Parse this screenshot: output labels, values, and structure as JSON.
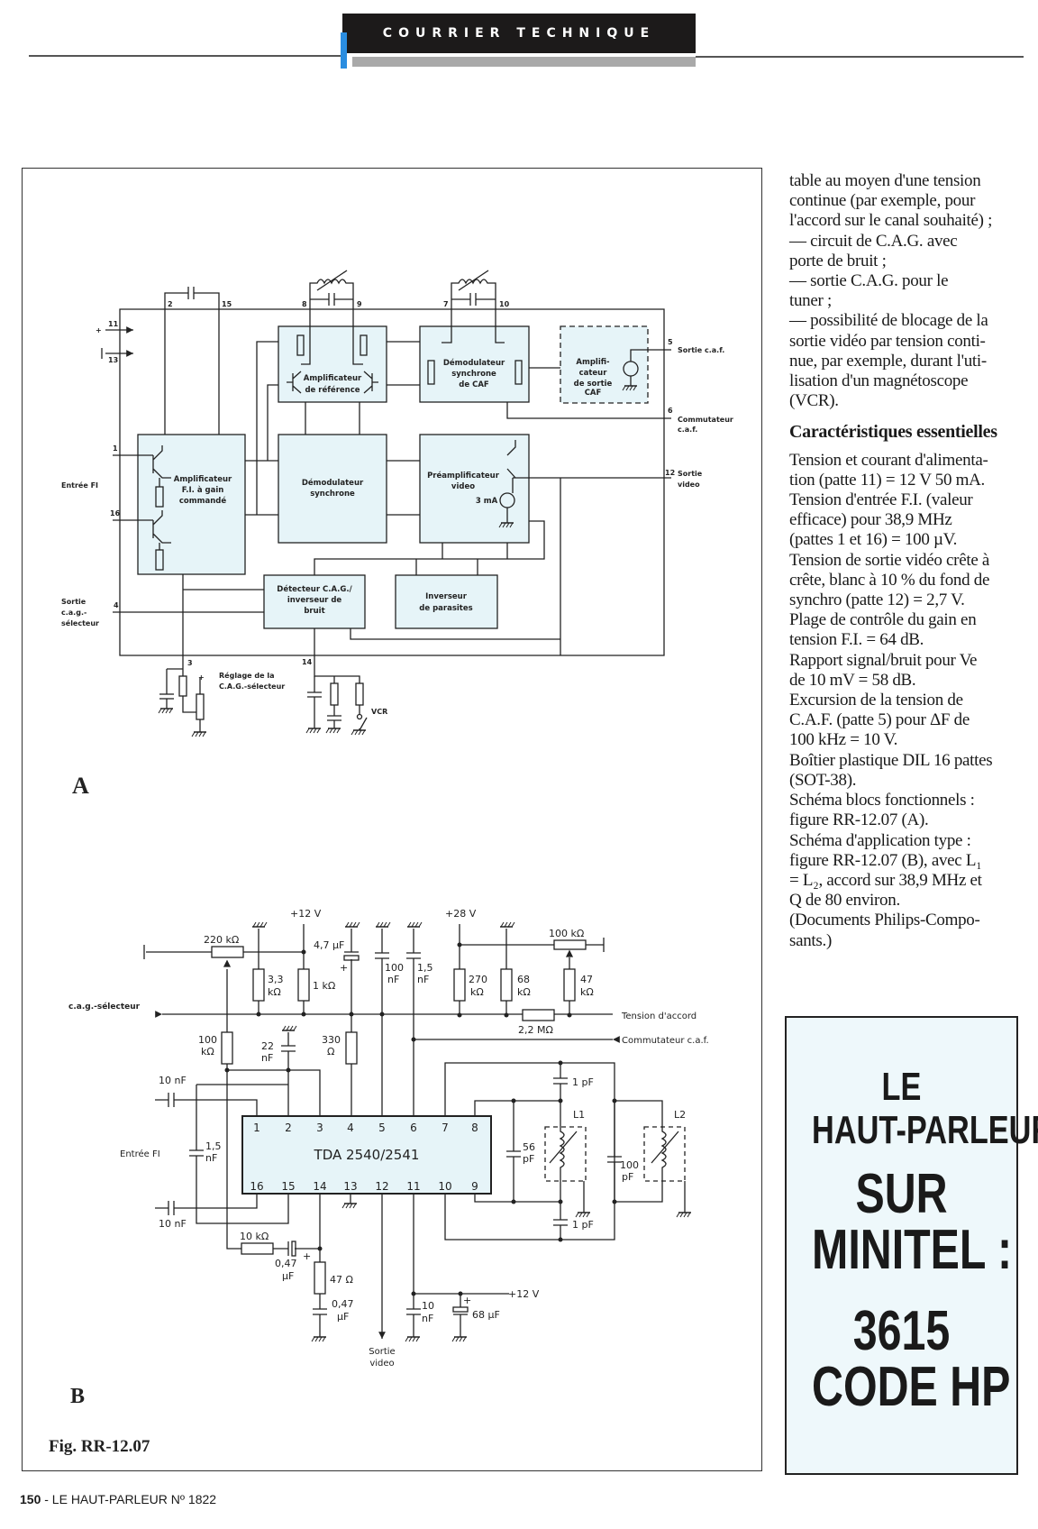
{
  "header": {
    "section": "COURRIER TECHNIQUE"
  },
  "figure": {
    "panel_a_label": "A",
    "panel_b_label": "B",
    "caption": "Fig. RR-12.07"
  },
  "diagram_a": {
    "blocks": {
      "if_amp": [
        "Amplificateur",
        "F.I. à gain",
        "commandé"
      ],
      "ref_amp": [
        "Amplificateur",
        "de référence"
      ],
      "sync_demod": [
        "Démodulateur",
        "synchrone"
      ],
      "afc_demod": [
        "Démodulateur",
        "synchrone",
        "de CAF"
      ],
      "afc_out": [
        "Amplifi-",
        "cateur",
        "de sortie",
        "CAF"
      ],
      "video_preamp": [
        "Préamplificateur",
        "video"
      ],
      "current": "3 mA",
      "agc_detector": [
        "Détecteur C.A.G./",
        "inverseur de",
        "bruit"
      ],
      "noise_inverter": [
        "Inverseur",
        "de parasites"
      ]
    },
    "pins": {
      "p1": "1",
      "p2": "2",
      "p3": "3",
      "p4": "4",
      "p5": "5",
      "p6": "6",
      "p7": "7",
      "p8": "8",
      "p9": "9",
      "p10": "10",
      "p11": "11",
      "p12": "12",
      "p13": "13",
      "p14": "14",
      "p15": "15",
      "p16": "16"
    },
    "io": {
      "plus": "+",
      "if_input": "Entrée FI",
      "agc_out": [
        "Sortie",
        "c.a.g.-",
        "sélecteur"
      ],
      "afc_out": "Sortie c.a.f.",
      "afc_switch": [
        "Commutateur",
        "c.a.f."
      ],
      "video_out": [
        "Sortie",
        "video"
      ],
      "agc_adjust": [
        "Réglage de la",
        "C.A.G.-sélecteur"
      ],
      "pot_plus": "+",
      "vcr": "VCR"
    }
  },
  "diagram_b": {
    "ic": "TDA 2540/2541",
    "pins_top": [
      "1",
      "2",
      "3",
      "4",
      "5",
      "6",
      "7",
      "8"
    ],
    "pins_bottom": [
      "16",
      "15",
      "14",
      "13",
      "12",
      "11",
      "10",
      "9"
    ],
    "supply_12": "+12 V",
    "supply_28": "+28 V",
    "supply_12b": "+12 V",
    "agc_selector": "c.a.g.-sélecteur",
    "tuning_voltage": "Tension d'accord",
    "afc_switch": "Commutateur c.a.f.",
    "if_input": "Entrée FI",
    "video_out": [
      "Sortie",
      "video"
    ],
    "plus": "+",
    "components": {
      "r220k": "220 kΩ",
      "r3k3": [
        "3,3",
        "kΩ"
      ],
      "r1k": "1 kΩ",
      "c4u7": "4,7 µF",
      "c100n": [
        "100",
        "nF"
      ],
      "c1n5": [
        "1,5",
        "nF"
      ],
      "r270k": [
        "270",
        "kΩ"
      ],
      "r68k": [
        "68",
        "kΩ"
      ],
      "r47k": [
        "47",
        "kΩ"
      ],
      "p100k": "100 kΩ",
      "r2m2": "2,2 MΩ",
      "r100k": [
        "100",
        "kΩ"
      ],
      "c22n": [
        "22",
        "nF"
      ],
      "r330": [
        "330",
        "Ω"
      ],
      "c10n_top": "10 nF",
      "c10n_bottom": "10 nF",
      "c1n5_in": [
        "1,5",
        "nF"
      ],
      "c1p_top": "1 pF",
      "c1p_bottom": "1 pF",
      "c56p": [
        "56",
        "pF"
      ],
      "c100p": [
        "100",
        "pF"
      ],
      "l1": "L1",
      "l2": "L2",
      "r10k": "10 kΩ",
      "c047a": [
        "0,47",
        "µF"
      ],
      "r47": "47 Ω",
      "c047b": [
        "0,47",
        "µF"
      ],
      "c10n_sup": [
        "10",
        "nF"
      ],
      "c68u": "68 µF"
    }
  },
  "article": {
    "intro_lines": [
      "table au moyen d'une tension",
      "continue (par exemple, pour",
      "l'accord sur le canal souhaité) ;",
      "— circuit de C.A.G. avec",
      "porte de bruit ;",
      "— sortie C.A.G. pour le",
      "tuner ;",
      "— possibilité de blocage de la",
      "sortie vidéo par tension conti-",
      "nue, par exemple, durant l'uti-",
      "lisation d'un magnétoscope",
      "(VCR)."
    ],
    "heading": "Caractéristiques essentielles",
    "spec_lines": [
      "Tension et courant d'alimenta-",
      "tion (patte 11) = 12 V 50 mA.",
      "Tension d'entrée F.I. (valeur",
      "efficace) pour 38,9 MHz",
      "(pattes 1 et 16) = 100 µV.",
      "Tension de sortie vidéo crête à",
      "crête, blanc à 10 % du fond de",
      "synchro (patte 12) = 2,7 V.",
      "Plage de contrôle du gain en",
      "tension  F.I. = 64 dB.",
      "Rapport signal/bruit pour Ve",
      "de 10 mV = 58 dB.",
      "Excursion de la tension de",
      "C.A.F. (patte 5) pour ΔF de",
      "100 kHz = 10 V.",
      "Boîtier plastique DIL 16 pattes",
      "(SOT-38).",
      "Schéma blocs fonctionnels :",
      "figure RR-12.07 (A).",
      "Schéma d'application type :",
      "figure RR-12.07 (B), avec L₁",
      "= L₂, accord sur 38,9 MHz et",
      "Q de 80 environ.",
      "(Documents Philips-Compo-",
      "sants.)"
    ]
  },
  "ad": {
    "line1": "LE",
    "line2": "HAUT-PARLEUR",
    "line3": "SUR",
    "line4": "MINITEL :",
    "line5": "3615",
    "line6": "CODE HP"
  },
  "footer": {
    "page": "150",
    "publication": " - LE HAUT-PARLEUR Nº 1822"
  },
  "colors": {
    "block_fill": "#e6f4f8",
    "header_bar": "#1c1a1a",
    "header_accent": "#2a8de0",
    "ad_background": "#eef8fb"
  }
}
